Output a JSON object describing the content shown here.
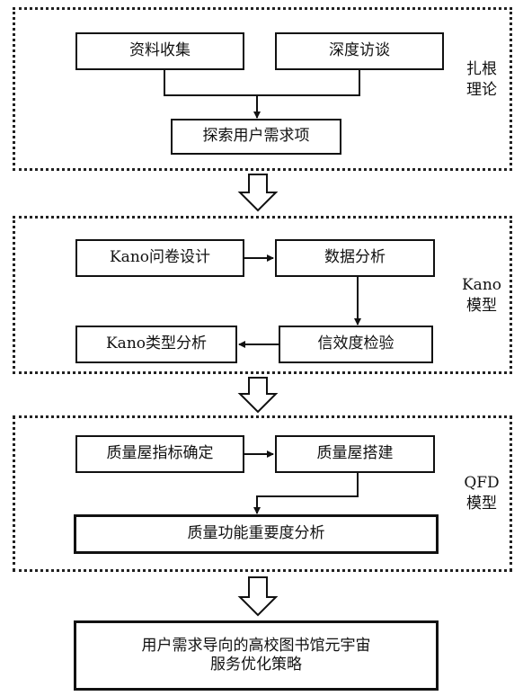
{
  "sections": {
    "grounded_theory": {
      "label_line1": "扎根",
      "label_line2": "理论",
      "box_data_collection": "资料收集",
      "box_in_depth_interview": "深度访谈",
      "box_explore_needs": "探索用户需求项"
    },
    "kano": {
      "label_line1": "Kano",
      "label_line2": "模型",
      "box_questionnaire_design": "Kano问卷设计",
      "box_data_analysis": "数据分析",
      "box_reliability_test": "信效度检验",
      "box_type_analysis": "Kano类型分析"
    },
    "qfd": {
      "label_line1": "QFD",
      "label_line2": "模型",
      "box_indicator_determination": "质量屋指标确定",
      "box_house_construction": "质量屋搭建",
      "box_importance_analysis": "质量功能重要度分析"
    }
  },
  "final": {
    "line1": "用户需求导向的高校图书馆元宇宙",
    "line2": "服务优化策略"
  }
}
